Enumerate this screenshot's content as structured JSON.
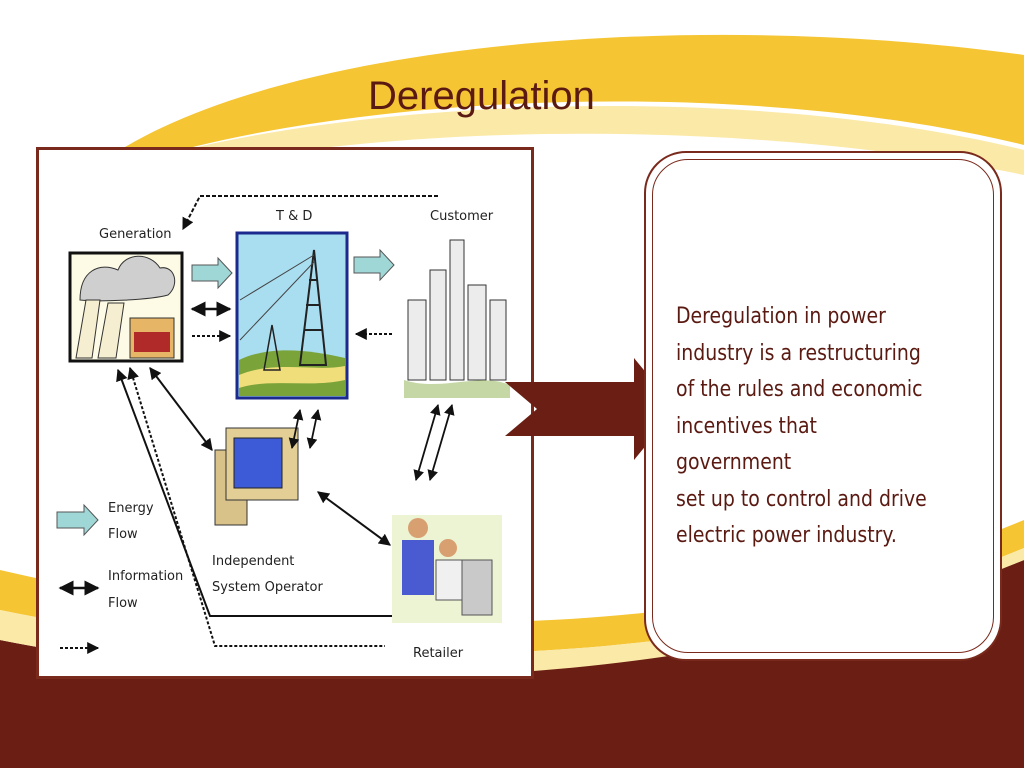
{
  "title": "Deregulation",
  "colors": {
    "brand_brown": "#6b1f14",
    "accent_yellow": "#f5c534",
    "pale_yellow": "#fbe9a8",
    "energy_arrow": "#9fd6d6"
  },
  "diagram": {
    "nodes": {
      "generation": "Generation",
      "td": "T & D",
      "customer": "Customer",
      "iso_line1": "Independent",
      "iso_line2": "System Operator",
      "retailer": "Retailer"
    },
    "legend": {
      "energy_line1": "Energy",
      "energy_line2": "Flow",
      "info_line1": "Information",
      "info_line2": "Flow"
    }
  },
  "callout": {
    "text": "Deregulation in power\nindustry is  a restructuring\nof the rules and economic\nincentives that government\nset up to control and drive\nelectric power industry."
  }
}
